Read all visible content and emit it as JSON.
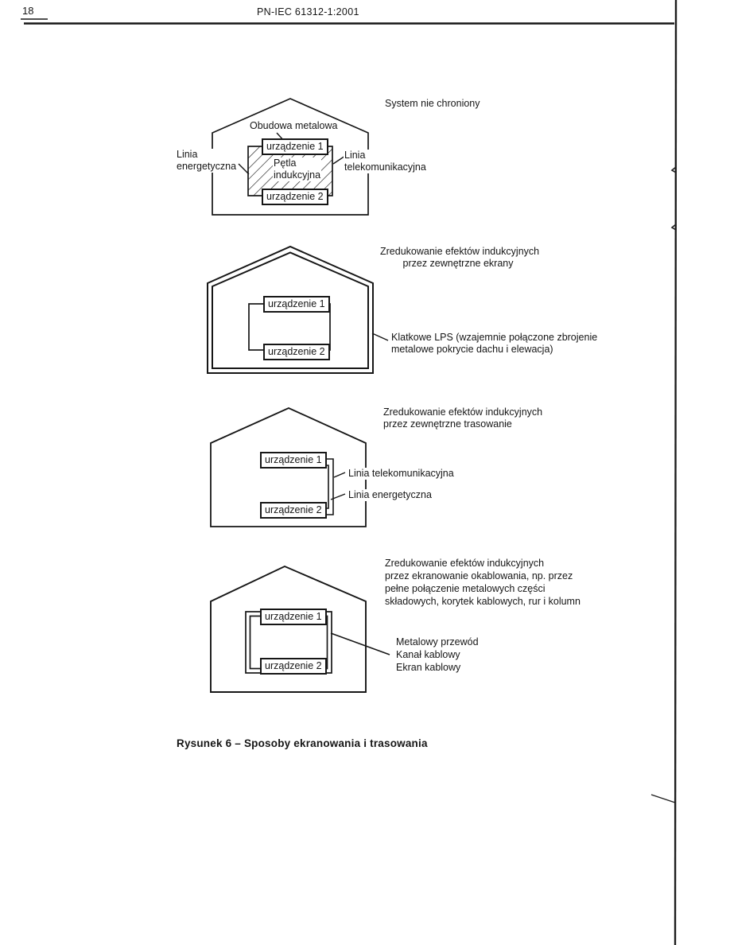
{
  "colors": {
    "ink": "#161616",
    "paper": "#ffffff"
  },
  "header": {
    "page_number": "18",
    "title": "PN-IEC 61312-1:2001"
  },
  "caption": "Rysunek 6 – Sposoby ekranowania i trasowania",
  "diagrams": {
    "d1": {
      "title": "System nie chroniony",
      "enclosure_label": "Obudowa metalowa",
      "device1": "urządzenie 1",
      "device2": "urządzenie 2",
      "loop_label_l1": "Pętla",
      "loop_label_l2": "indukcyjna",
      "power_line_l1": "Linia",
      "power_line_l2": "energetyczna",
      "telecom_line_l1": "Linia",
      "telecom_line_l2": "telekomunikacyjna"
    },
    "d2": {
      "title_l1": "Zredukowanie efektów indukcyjnych",
      "title_l2": "przez zewnętrzne ekrany",
      "device1": "urządzenie 1",
      "device2": "urządzenie 2",
      "lps_label_l1": "Klatkowe LPS (wzajemnie połączone zbrojenie",
      "lps_label_l2": "metalowe pokrycie dachu i elewacja)"
    },
    "d3": {
      "title_l1": "Zredukowanie efektów indukcyjnych",
      "title_l2": "przez zewnętrzne trasowanie",
      "device1": "urządzenie 1",
      "device2": "urządzenie 2",
      "telecom_line": "Linia telekomunikacyjna",
      "power_line": "Linia energetyczna"
    },
    "d4": {
      "title_l1": "Zredukowanie efektów indukcyjnych",
      "title_l2": "przez ekranowanie okablowania, np. przez",
      "title_l3": "pełne połączenie metalowych części",
      "title_l4": "składowych, korytek kablowych, rur i kolumn",
      "device1": "urządzenie 1",
      "device2": "urządzenie 2",
      "conduit_l1": "Metalowy przewód",
      "conduit_l2": "Kanał kablowy",
      "conduit_l3": "Ekran kablowy"
    }
  }
}
